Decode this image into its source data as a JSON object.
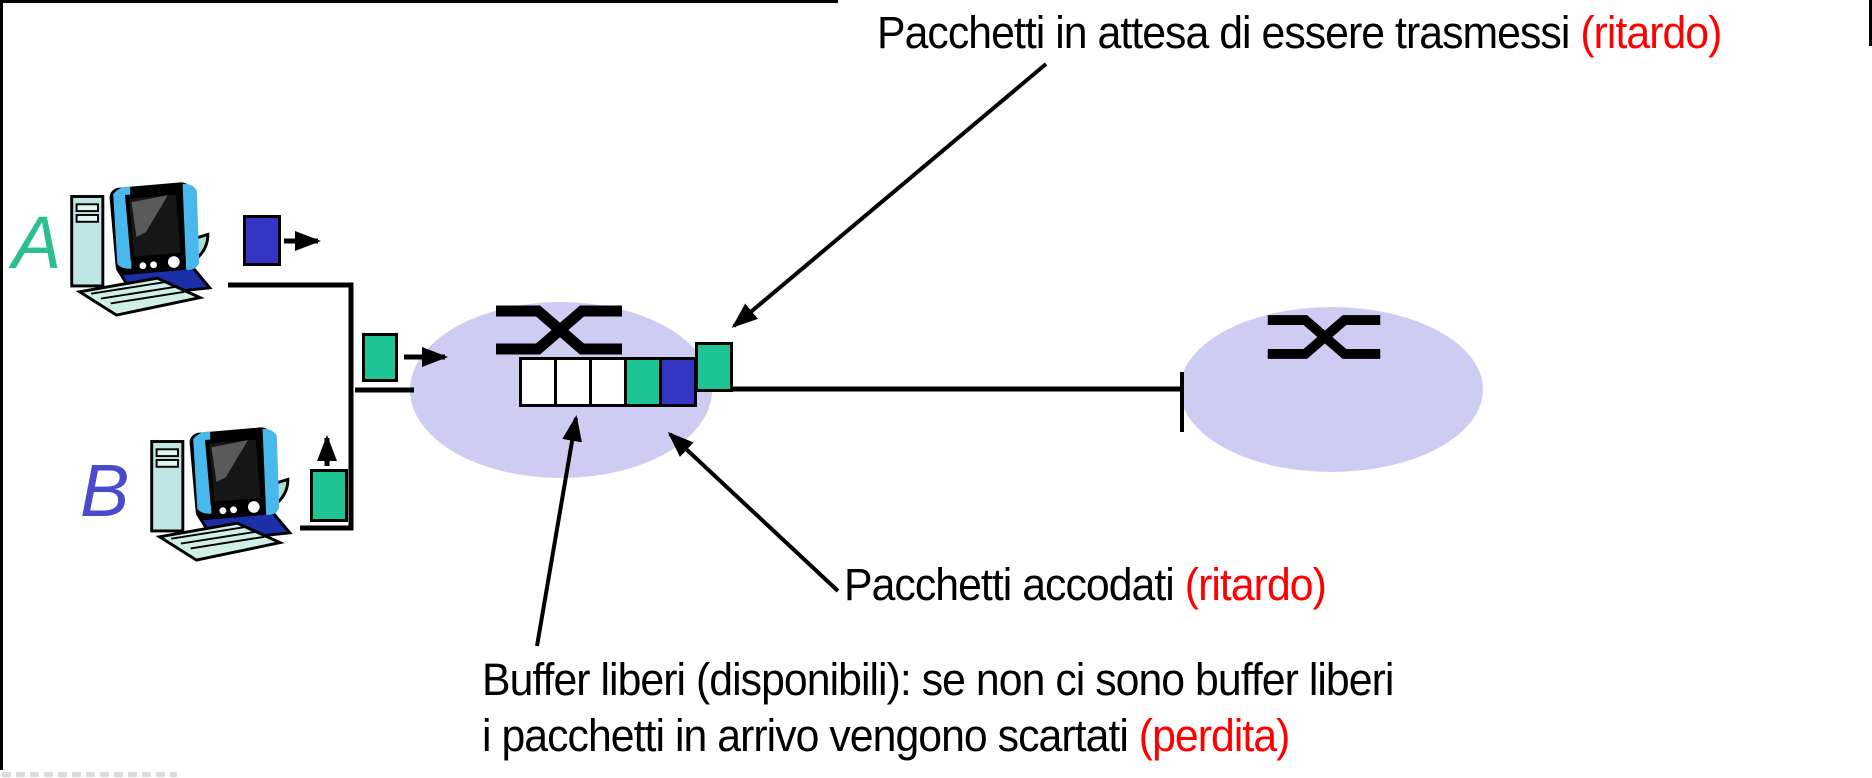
{
  "hosts": {
    "a": "A",
    "b": "B"
  },
  "annotations": {
    "waiting_black": "Pacchetti in attesa di essere trasmessi ",
    "waiting_red": "(ritardo)",
    "queued_black": "Pacchetti accodati ",
    "queued_red": "(ritardo)",
    "buffers_line1": "Buffer liberi (disponibili): se non ci sono buffer liberi",
    "buffers_line2_black": "i pacchetti in arrivo vengono scartati ",
    "buffers_line2_red": "(perdita)"
  },
  "queue": {
    "cells": [
      "empty",
      "empty",
      "empty",
      "green",
      "blue"
    ],
    "transmitting": "green"
  },
  "colors": {
    "packet_green": "#1FC494",
    "packet_blue": "#3535C4",
    "router_fill": "#CDCDF4",
    "label_a": "#2BBE90",
    "label_b": "#4A4ACF",
    "highlight_red": "#FF0000",
    "line_black": "#000000"
  }
}
